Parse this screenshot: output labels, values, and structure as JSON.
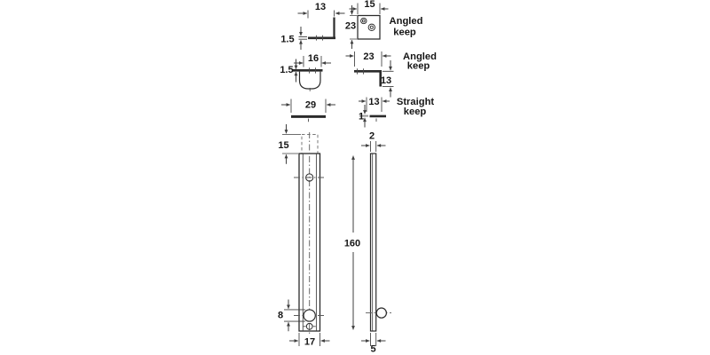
{
  "diagram": {
    "background": "#ffffff",
    "line_color": "#2b2b2b",
    "dim_color": "#3f3f3f",
    "centerline_color": "#5a5a5a",
    "views": {
      "angled_keep_a": {
        "label_line1": "Angled",
        "label_line2": "keep",
        "flange_width": "13",
        "thickness": "1.5",
        "face_width": "15",
        "face_height": "23"
      },
      "angled_keep_b": {
        "label_line1": "Angled",
        "label_line2": "keep",
        "loop_width": "16",
        "thickness": "1.5",
        "plate_length": "23",
        "leg_height": "13"
      },
      "straight_keep": {
        "label_line1": "Straight",
        "label_line2": "keep",
        "plate_length": "29",
        "thickness": "1",
        "keep_length": "13"
      },
      "bolt_front": {
        "slide_extension": "15",
        "knob_diameter": "8",
        "width": "17"
      },
      "bolt_side": {
        "thickness": "2",
        "length": "160",
        "depth": "5"
      }
    }
  }
}
